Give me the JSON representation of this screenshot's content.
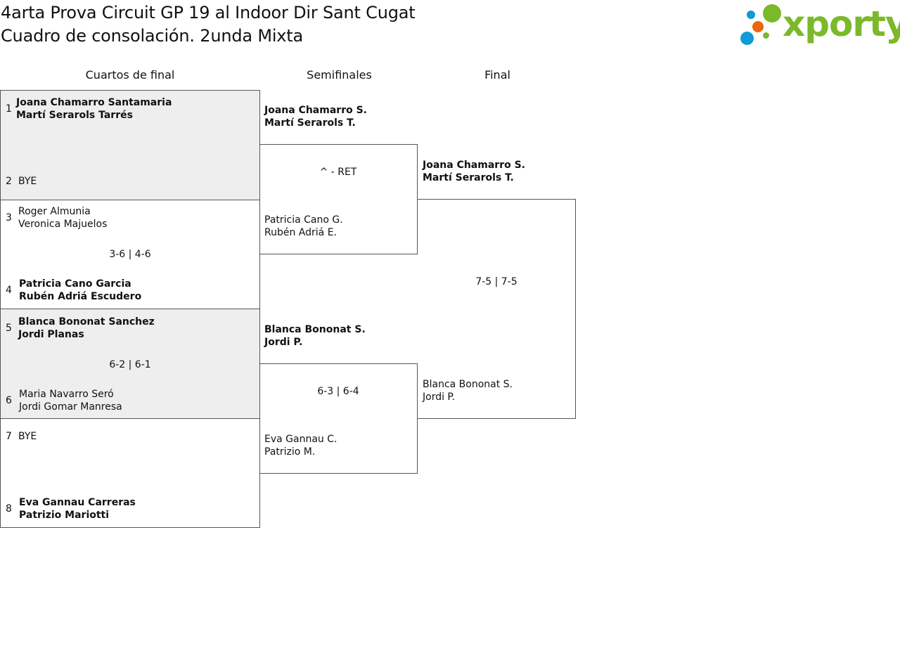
{
  "header": {
    "title_line1": "4arta Prova Circuit GP 19 al Indoor Dir Sant Cugat",
    "title_line2": "Cuadro de consolación. 2unda Mixta",
    "logo_text": "xporty",
    "logo_colors": {
      "green": "#7ab929",
      "blue": "#0f9ad8",
      "orange": "#e8690f"
    }
  },
  "rounds": {
    "quarterfinals": "Cuartos de final",
    "semifinals": "Semifinales",
    "final": "Final"
  },
  "quarterfinals": [
    {
      "score": "",
      "top": {
        "seed": "1",
        "line1": "Joana Chamarro Santamaria",
        "line2": "Martí Serarols Tarrés"
      },
      "bottom": {
        "seed": "2",
        "line1": "BYE",
        "line2": ""
      }
    },
    {
      "score": "3-6 | 4-6",
      "top": {
        "seed": "3",
        "line1": "Roger Almunia",
        "line2": "Veronica Majuelos"
      },
      "bottom": {
        "seed": "4",
        "line1": "Patricia Cano Garcia",
        "line2": "Rubén Adriá Escudero"
      }
    },
    {
      "score": "6-2 | 6-1",
      "top": {
        "seed": "5",
        "line1": "Blanca Bononat Sanchez",
        "line2": "Jordi Planas"
      },
      "bottom": {
        "seed": "6",
        "line1": "Maria Navarro Seró",
        "line2": "Jordi Gomar Manresa"
      }
    },
    {
      "score": "",
      "top": {
        "seed": "7",
        "line1": "BYE",
        "line2": ""
      },
      "bottom": {
        "seed": "8",
        "line1": "Eva Gannau Carreras",
        "line2": "Patrizio Mariotti"
      }
    }
  ],
  "semifinals": [
    {
      "score": "^ - RET",
      "top": {
        "line1": "Joana Chamarro S.",
        "line2": "Martí Serarols T."
      },
      "bottom": {
        "line1": "Patricia Cano G.",
        "line2": "Rubén Adriá E."
      }
    },
    {
      "score": "6-3 | 6-4",
      "top": {
        "line1": "Blanca Bononat S.",
        "line2": "Jordi P."
      },
      "bottom": {
        "line1": "Eva Gannau C.",
        "line2": "Patrizio M."
      }
    }
  ],
  "final": {
    "score": "7-5 | 7-5",
    "top": {
      "line1": "Joana Chamarro S.",
      "line2": "Martí Serarols T."
    },
    "bottom": {
      "line1": "Blanca Bononat S.",
      "line2": "Jordi P."
    }
  }
}
